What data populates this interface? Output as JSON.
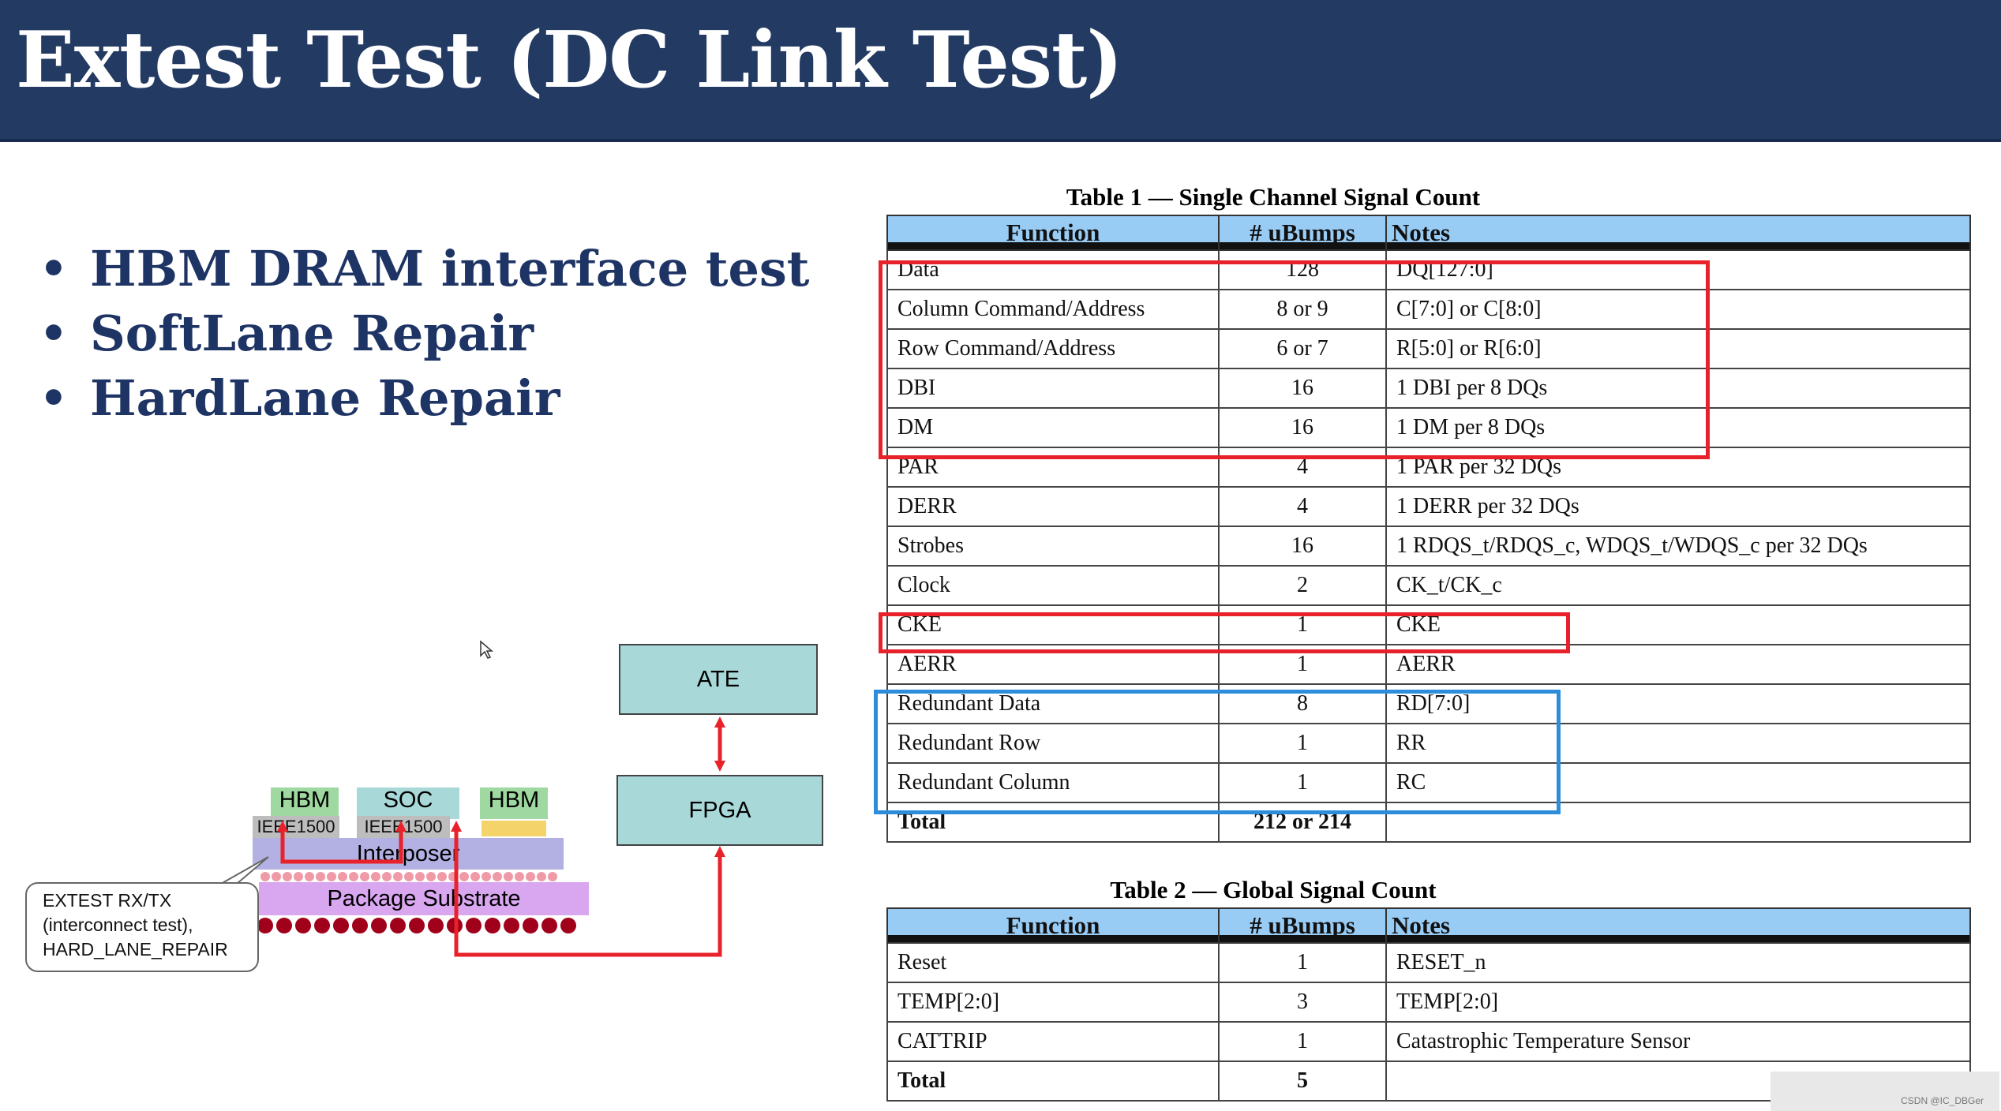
{
  "header": {
    "title": "Extest Test (DC Link Test)"
  },
  "bullets": [
    "HBM DRAM interface test",
    "SoftLane Repair",
    "HardLane Repair"
  ],
  "bullet_symbol": "•",
  "table1": {
    "caption": "Table 1 —  Single Channel Signal Count",
    "headers": [
      "Function",
      "# uBumps",
      "Notes"
    ],
    "rows": [
      [
        "Data",
        "128",
        "DQ[127:0]"
      ],
      [
        "Column Command/Address",
        "8 or 9",
        "C[7:0] or C[8:0]"
      ],
      [
        "Row Command/Address",
        "6 or 7",
        "R[5:0] or R[6:0]"
      ],
      [
        "DBI",
        "16",
        "1 DBI per 8 DQs"
      ],
      [
        "DM",
        "16",
        "1 DM per 8 DQs"
      ],
      [
        "PAR",
        "4",
        "1 PAR per 32 DQs"
      ],
      [
        "DERR",
        "4",
        "1 DERR per 32 DQs"
      ],
      [
        "Strobes",
        "16",
        "1 RDQS_t/RDQS_c, WDQS_t/WDQS_c per 32 DQs"
      ],
      [
        "Clock",
        "2",
        "CK_t/CK_c"
      ],
      [
        "CKE",
        "1",
        "CKE"
      ],
      [
        "AERR",
        "1",
        "AERR"
      ],
      [
        "Redundant Data",
        "8",
        "RD[7:0]"
      ],
      [
        "Redundant Row",
        "1",
        "RR"
      ],
      [
        "Redundant Column",
        "1",
        "RC"
      ]
    ],
    "total": [
      "Total",
      "212 or 214",
      ""
    ]
  },
  "table2": {
    "caption": "Table 2 —  Global Signal Count",
    "headers": [
      "Function",
      "# uBumps",
      "Notes"
    ],
    "rows": [
      [
        "Reset",
        "1",
        "RESET_n"
      ],
      [
        "TEMP[2:0]",
        "3",
        "TEMP[2:0]"
      ],
      [
        "CATTRIP",
        "1",
        "Catastrophic Temperature Sensor"
      ]
    ],
    "total": [
      "Total",
      "5",
      ""
    ]
  },
  "diagram": {
    "ate": "ATE",
    "fpga": "FPGA",
    "hbm_left": "HBM",
    "soc": "SOC",
    "hbm_right": "HBM",
    "ieee_left": "IEEE1500",
    "ieee_soc": "IEEE1500",
    "interposer": "Interposer",
    "substrate": "Package Substrate",
    "callout": [
      "EXTEST RX/TX",
      "(interconnect test),",
      "HARD_LANE_REPAIR"
    ]
  },
  "colors": {
    "header_bg": "#233a63",
    "bullet_text": "#1e3464",
    "table_header": "#99ccf5",
    "highlight_red": "#e8222a",
    "highlight_blue": "#2e8ddb"
  },
  "watermark": "CSDN @IC_DBGer"
}
